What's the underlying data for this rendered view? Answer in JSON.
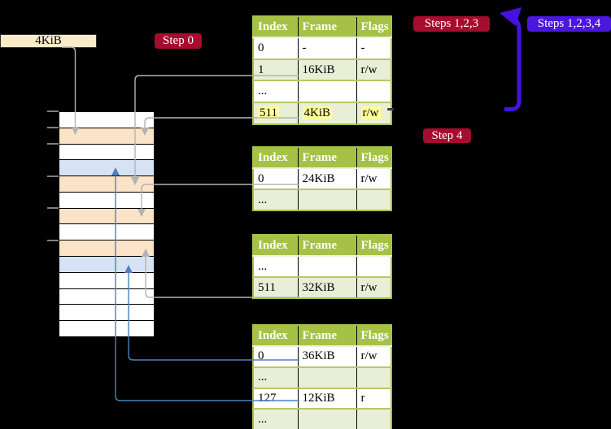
{
  "page_size_box": {
    "label": "4KiB"
  },
  "step_labels": [
    {
      "id": "step-0",
      "text": "Step 0",
      "style": "red"
    },
    {
      "id": "steps-1-2-3",
      "text": "Steps 1,2,3",
      "style": "red"
    },
    {
      "id": "steps-1-2-3-4",
      "text": "Steps 1,2,3,4",
      "style": "blue"
    },
    {
      "id": "step-4",
      "text": "Step 4",
      "style": "red"
    }
  ],
  "table_headers": [
    "Index",
    "Frame",
    "Flags"
  ],
  "tables": [
    {
      "id": "page-table-level-1",
      "rows": [
        {
          "cells": [
            "0",
            "-",
            "-"
          ],
          "shade": false,
          "highlight": false
        },
        {
          "cells": [
            "1",
            "16KiB",
            "r/w"
          ],
          "shade": true,
          "highlight": false
        },
        {
          "cells": [
            "...",
            "",
            ""
          ],
          "shade": false,
          "highlight": false
        },
        {
          "cells": [
            "511",
            "4KiB",
            "r/w"
          ],
          "shade": true,
          "highlight": true
        }
      ]
    },
    {
      "id": "page-table-level-2",
      "rows": [
        {
          "cells": [
            "0",
            "24KiB",
            "r/w"
          ],
          "shade": false,
          "highlight": false
        },
        {
          "cells": [
            "...",
            "",
            ""
          ],
          "shade": true,
          "highlight": false
        }
      ]
    },
    {
      "id": "page-table-level-3",
      "rows": [
        {
          "cells": [
            "...",
            "",
            ""
          ],
          "shade": false,
          "highlight": false
        },
        {
          "cells": [
            "511",
            "32KiB",
            "r/w"
          ],
          "shade": true,
          "highlight": false
        }
      ]
    },
    {
      "id": "page-table-level-4",
      "rows": [
        {
          "cells": [
            "0",
            "36KiB",
            "r/w"
          ],
          "shade": false,
          "highlight": false
        },
        {
          "cells": [
            "...",
            "",
            ""
          ],
          "shade": true,
          "highlight": false
        },
        {
          "cells": [
            "127",
            "12KiB",
            "r"
          ],
          "shade": false,
          "highlight": false
        },
        {
          "cells": [
            "...",
            "",
            ""
          ],
          "shade": true,
          "highlight": false
        }
      ]
    }
  ],
  "memory_column": {
    "rows": [
      "white",
      "orange",
      "white",
      "blue",
      "orange",
      "white",
      "orange",
      "white",
      "orange",
      "blue",
      "white",
      "white",
      "white",
      "white"
    ]
  },
  "colors": {
    "background": "#000000",
    "cream_box": "#faecc8",
    "red_label": "#a60c2e",
    "blue_label": "#4a17df",
    "indigo_arrow": "#4413df",
    "header_green": "#a5c247",
    "row_shade_green": "#e9eed6",
    "highlight_yellow": "#ffff9c",
    "mem_white": "#ffffff",
    "mem_orange": "#fbe3c8",
    "mem_blue": "#d7e3f4",
    "gray_connector": "#b3b3b3",
    "steel_blue_connector": "#4f81bd",
    "tick_gray": "#7f7f7f"
  }
}
